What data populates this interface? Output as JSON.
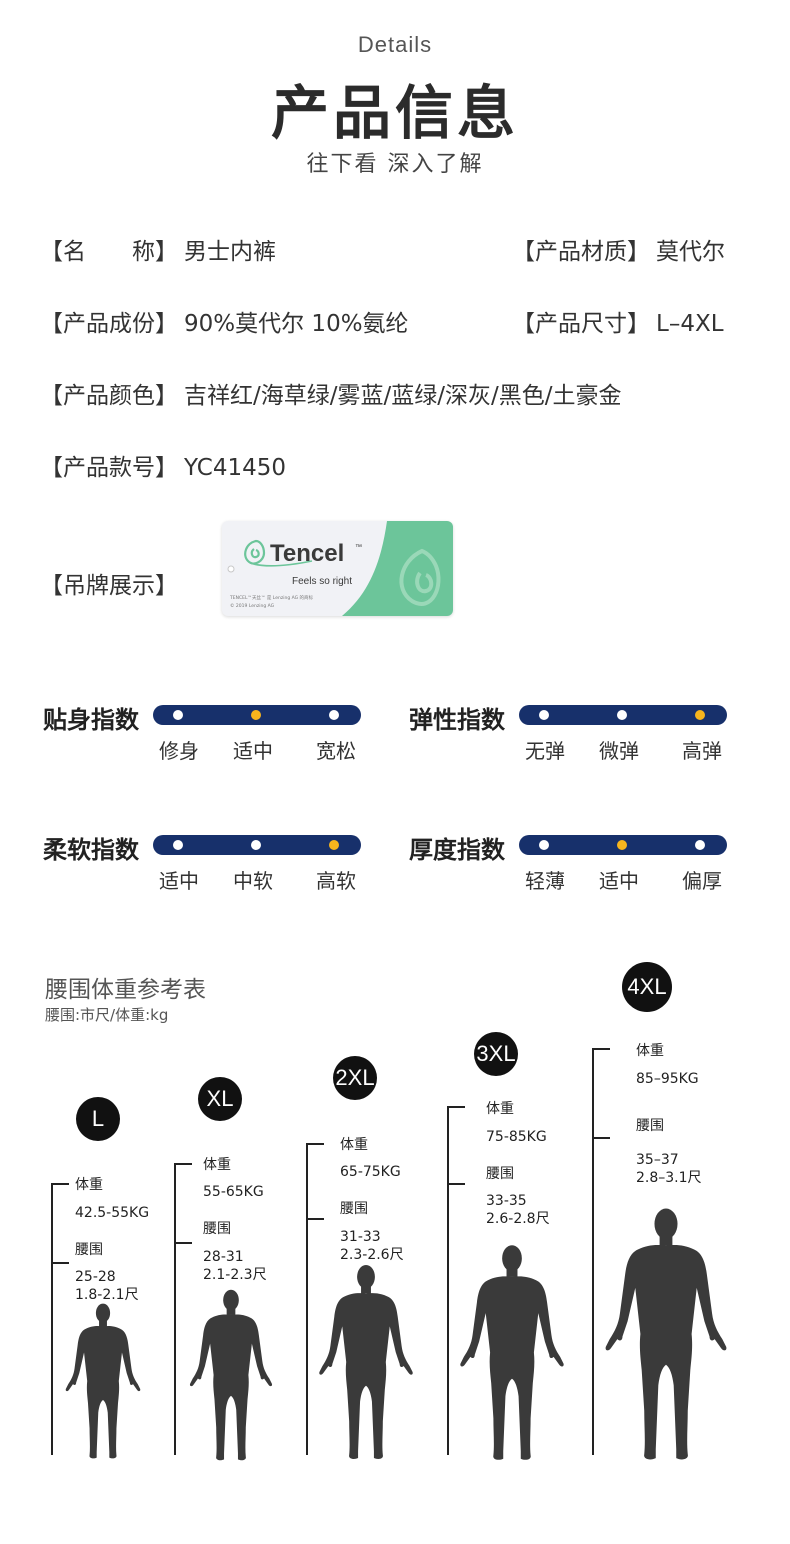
{
  "header": {
    "title_en": "Details",
    "title_cn": "产品信息",
    "subtitle": "往下看 深入了解"
  },
  "info": {
    "name_label": "【名　　称】",
    "name_value": "男士内裤",
    "material_label": "【产品材质】",
    "material_value": "莫代尔",
    "composition_label": "【产品成份】",
    "composition_value": "90%莫代尔 10%氨纶",
    "size_label": "【产品尺寸】",
    "size_value": "L–4XL",
    "color_label": "【产品颜色】",
    "color_value": "吉祥红/海草绿/雾蓝/蓝绿/深灰/黑色/土豪金",
    "model_label": "【产品款号】",
    "model_value": "YC41450",
    "tag_label": "【吊牌展示】"
  },
  "tag": {
    "brand": "Tencel",
    "tm": "™",
    "slogan": "Feels so right",
    "fine_print": "TENCEL™天丝™ 是 Lenzing AG 的商标",
    "fine_print2": "© 2019 Lenzing AG"
  },
  "indices": [
    {
      "title": "贴身指数",
      "labels": [
        "修身",
        "适中",
        "宽松"
      ],
      "active": 1
    },
    {
      "title": "弹性指数",
      "labels": [
        "无弹",
        "微弹",
        "高弹"
      ],
      "active": 2
    },
    {
      "title": "柔软指数",
      "labels": [
        "适中",
        "中软",
        "高软"
      ],
      "active": 2
    },
    {
      "title": "厚度指数",
      "labels": [
        "轻薄",
        "适中",
        "偏厚"
      ],
      "active": 1
    }
  ],
  "colors": {
    "track": "#17306b",
    "active_dot": "#f7b51d",
    "tag_green": "#6cc59a"
  },
  "size_chart": {
    "title": "腰围体重参考表",
    "subtitle": "腰围:市尺/体重:kg",
    "weight_label": "体重",
    "waist_label": "腰围",
    "sizes": [
      {
        "size": "L",
        "weight": "42.5-55KG",
        "waist1": "25-28",
        "waist2": "1.8-2.1尺"
      },
      {
        "size": "XL",
        "weight": "55-65KG",
        "waist1": "28-31",
        "waist2": "2.1-2.3尺"
      },
      {
        "size": "2XL",
        "weight": "65-75KG",
        "waist1": "31-33",
        "waist2": "2.3-2.6尺"
      },
      {
        "size": "3XL",
        "weight": "75-85KG",
        "waist1": "33-35",
        "waist2": "2.6-2.8尺"
      },
      {
        "size": "4XL",
        "weight": "85–95KG",
        "waist1": "35–37",
        "waist2": "2.8–3.1尺"
      }
    ]
  }
}
